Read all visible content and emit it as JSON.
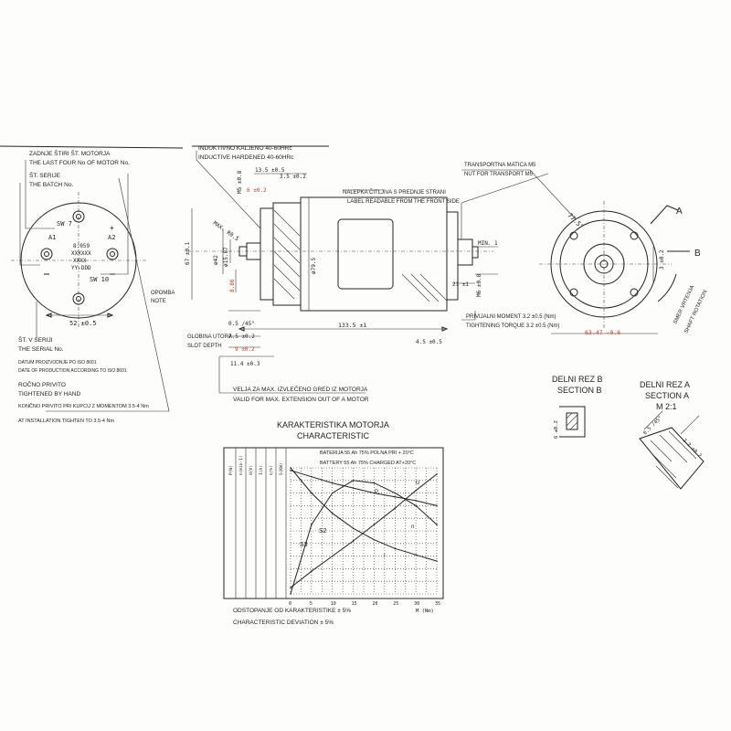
{
  "left_view": {
    "serial_last_four": [
      "ZADNJE ŠTIRI ŠT. MOTORJA",
      "THE LAST FOUR No OF MOTOR No."
    ],
    "batch": [
      "ŠT. SERIJE",
      "THE BATCH No."
    ],
    "labels": {
      "sw7": "SW 7",
      "a1": "A1",
      "a2": "A2",
      "plus": "+",
      "minus": "−",
      "code1": "8:059",
      "code2": "XXXXXX",
      "code3": "XXXX",
      "code4": "YY-DDD",
      "sw10": "SW 10"
    },
    "dim_width": "52 ±0.5",
    "serial_no": [
      "ŠT. V SERIJI",
      "THE SERIAL No."
    ],
    "production_date": [
      "DATUM PROIZVODNJE PO ISO 8601",
      "DATE OF PRODUCTION ACCORDING TO ISO 8601"
    ],
    "hand_tight": [
      "ROČNO PRIVITO",
      "TIGHTENED BY HAND"
    ],
    "final_tight": [
      "KONČNO PRIVITO PRI KUPCU Z MOMENTOM 3.5-4 Nm",
      "AT INSTALLATION TIGHTEN TO 3.5-4 Nm"
    ]
  },
  "side_view": {
    "hardened": [
      "INDUKTIVNO KALJENO 40-60HRc",
      "INDUCTIVE HARDENED 40-60HRc"
    ],
    "dims": {
      "d135": "13.5 ±0.5",
      "d35": "3.5 ±0.2",
      "m5": "M5 ±0.8",
      "d6": "6 ±0.2",
      "maxr": "MAX. R0.5",
      "d67": "67 ±0.1",
      "d42": "ø42",
      "d1587": "ø15.87",
      "d886": "8.86",
      "d795": "ø79.5",
      "len": "133.5 ±1",
      "d45": "4.5 ±0.5",
      "d114": "11.4 ±0.3",
      "d55": "0.5 /45°",
      "d75": "7.5 ±0.2",
      "d902": "9 ±0.2",
      "min1": "MIN. 1",
      "d21": "21 ±1",
      "m6": "M6 ±0.8"
    },
    "label_note": [
      "NALEPKA ČITLJIVA S PREDNJE STRANI",
      "LABEL READABLE FROM THE FRONT SIDE"
    ],
    "note": [
      "OPOMBA",
      "NOTE"
    ],
    "slot": [
      "GLOBINA UTORA",
      "SLOT DEPTH"
    ],
    "max_ext": [
      "VELJA ZA MAX. IZVLEČENO GRED IZ MOTORJA",
      "VALID FOR MAX. EXTENSION OUT OF A MOTOR"
    ],
    "torque": [
      "PRIVIJALNI MOMENT 3.2 ±0.5 (Nm)",
      "TIGHTENING TORQUE 3.2 ±0.5 (Nm)"
    ]
  },
  "right_view": {
    "nut": [
      "TRANSPORTNA MATICA M5",
      "NUT FOR TRANSPORT M5"
    ],
    "angle": "77.5°",
    "a": "A",
    "b": "B",
    "d302": "3 ±0.2",
    "d6347": "63.47 -0.6",
    "rotation": [
      "SMER VRTENJA",
      "SHAFT ROTATION"
    ]
  },
  "sections": {
    "b_title": [
      "DELNI REZ B",
      "SECTION B"
    ],
    "a_title": [
      "DELNI REZ A",
      "SECTION A",
      "M 2:1"
    ],
    "b_dim": "6 ±0.2",
    "a_dim1": "0.5 /45°",
    "a_dim2": "2.2 ±0.2"
  },
  "chart": {
    "title": [
      "KARAKTERISTIKA MOTORJA",
      "CHARACTERISTIC"
    ],
    "legend": [
      "BATERIJA 55 Ah 75% POLNA PRI + 20°C",
      "BATTERY 55 Ah 75% CHARGED AT+20°C"
    ],
    "axis_x": "M (Nm)",
    "deviation": [
      "ODSTOPANJE OD KARAKTERISTIKE ± 5%",
      "CHARACTERISTIC DEVIATION ± 5%"
    ],
    "curve_labels": {
      "p": "P",
      "u": "U",
      "n": "n",
      "i": "I",
      "s2": "S2",
      "s3": "S3"
    },
    "column_heads": [
      "P(W)",
      "n(min-1)",
      "U(V)",
      "I(A)",
      "η(%)",
      "S(KW)"
    ],
    "x_ticks": [
      "0",
      "5",
      "10",
      "15",
      "20",
      "25",
      "30",
      "35"
    ]
  },
  "chart_data": {
    "type": "line",
    "title": "KARAKTERISTIKA MOTORJA / CHARACTERISTIC",
    "xlabel": "M (Nm)",
    "x": [
      0,
      5,
      10,
      15,
      20,
      25,
      30,
      35
    ],
    "series": [
      {
        "name": "P",
        "values": [
          0,
          0.55,
          0.8,
          0.9,
          0.88,
          0.8,
          0.7,
          0.55
        ]
      },
      {
        "name": "U",
        "values": [
          0.98,
          0.93,
          0.88,
          0.84,
          0.8,
          0.77,
          0.74,
          0.7
        ]
      },
      {
        "name": "n",
        "values": [
          1.0,
          0.8,
          0.64,
          0.52,
          0.43,
          0.36,
          0.31,
          0.26
        ]
      },
      {
        "name": "I",
        "values": [
          0.05,
          0.18,
          0.3,
          0.42,
          0.55,
          0.68,
          0.82,
          0.95
        ]
      }
    ],
    "grid": true
  }
}
